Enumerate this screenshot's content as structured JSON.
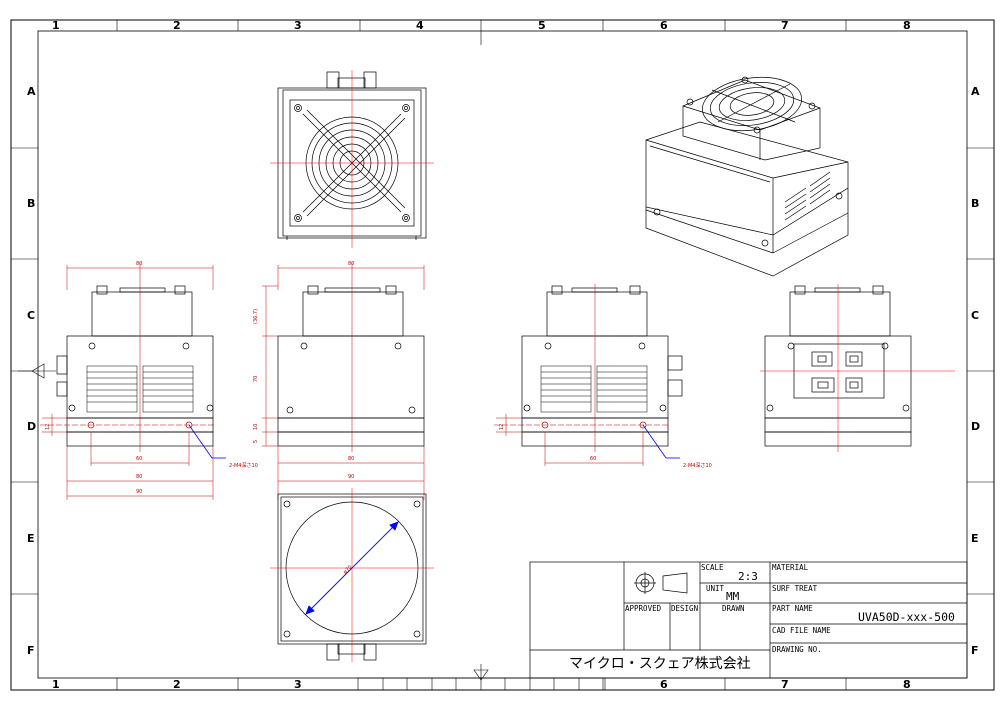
{
  "zone_columns": [
    "1",
    "2",
    "3",
    "4",
    "5",
    "6",
    "7",
    "8"
  ],
  "zone_rows": [
    "A",
    "B",
    "C",
    "D",
    "E",
    "F"
  ],
  "title_block": {
    "scale_label": "SCALE",
    "scale_value": "2:3",
    "unit_label": "UNIT",
    "unit_value": "MM",
    "approved_label": "APPROVED",
    "design_label": "DESIGN",
    "drawn_label": "DRAWN",
    "material_label": "MATERIAL",
    "surf_treat_label": "SURF TREAT",
    "part_name_label": "PART NAME",
    "part_name_value": "UVA50D-xxx-500",
    "cad_file_label": "CAD FILE NAME",
    "drawing_no_label": "DRAWING NO.",
    "company": "マイクロ・スクェア株式会社"
  },
  "dimensions": {
    "front_width_top": "80",
    "front_hole_spacing": "60",
    "front_width_mid": "80",
    "front_width_overall": "90",
    "front_hole_note": "2-M4深さ10",
    "front_base_offset": "12",
    "side_width_top": "80",
    "side_width_mid": "80",
    "side_width_overall": "90",
    "side_fan_height": "(36.7)",
    "side_body_height": "70",
    "side_base_height": "10",
    "side_base_gap": "5",
    "rear_hole_spacing": "60",
    "rear_hole_note": "2-M4深さ10",
    "rear_base_offset": "12",
    "bottom_diameter": "φ70"
  },
  "colors": {
    "line": "#000000",
    "center": "#ff0000",
    "dimension": "#c00000",
    "leader": "#0000ff"
  }
}
